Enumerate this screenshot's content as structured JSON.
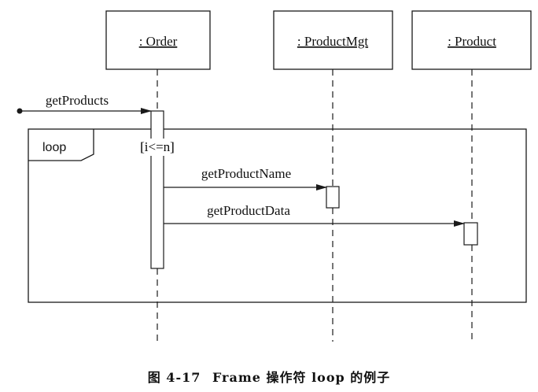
{
  "diagram": {
    "type": "UML sequence diagram",
    "lifelines": [
      {
        "id": "order",
        "label": ": Order"
      },
      {
        "id": "productmgt",
        "label": ": ProductMgt"
      },
      {
        "id": "product",
        "label": ": Product"
      }
    ],
    "messages": [
      {
        "id": "getProducts",
        "label": "getProducts",
        "from": "found",
        "to": "order"
      },
      {
        "id": "getProductName",
        "label": "getProductName",
        "from": "order",
        "to": "productmgt"
      },
      {
        "id": "getProductData",
        "label": "getProductData",
        "from": "order",
        "to": "product"
      }
    ],
    "frame": {
      "operator": "loop",
      "guard": "[i<=n]"
    }
  },
  "caption": {
    "figure_number": "图 4-17",
    "text": "Frame 操作符 loop 的例子"
  },
  "colors": {
    "line": "#1a1a1a",
    "background": "#ffffff"
  }
}
